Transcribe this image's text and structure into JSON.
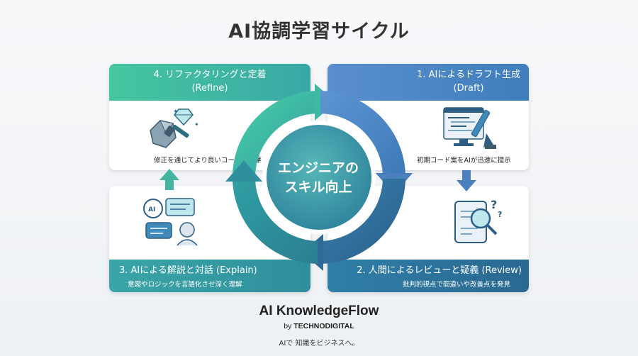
{
  "title": "AI協調学習サイクル",
  "center": {
    "line1": "エンジニアの",
    "line2": "スキル向上"
  },
  "steps": [
    {
      "label": "1. AIによるドラフト生成",
      "sub_en": "(Draft)",
      "desc": "初期コード案をAIが迅速に提示",
      "icon": "code-editor-pen-icon"
    },
    {
      "label": "2. 人間によるレビューと疑義 (Review)",
      "desc": "批判的視点で間違いや改善点を発見",
      "icon": "tablet-magnifier-question-icon"
    },
    {
      "label": "3. AIによる解説と対話 (Explain)",
      "desc": "意図やロジックを言語化させ深く理解",
      "icon": "ai-chat-bubbles-icon"
    },
    {
      "label": "4. リファクタリングと定着",
      "sub_en": "(Refine)",
      "desc": "修正を通じてより良いコードへ昇華",
      "icon": "gem-hammer-icon"
    }
  ],
  "footer": {
    "brand": "AI KnowledgeFlow",
    "by_prefix": "by",
    "by_company": "TECHNODIGITAL",
    "tagline": "AIで 知識をビジネスへ。"
  },
  "colors": {
    "teal": "#3fbf9f",
    "blue": "#4a86c4",
    "dark_teal": "#2f7f8a",
    "navy": "#2d6c93"
  }
}
